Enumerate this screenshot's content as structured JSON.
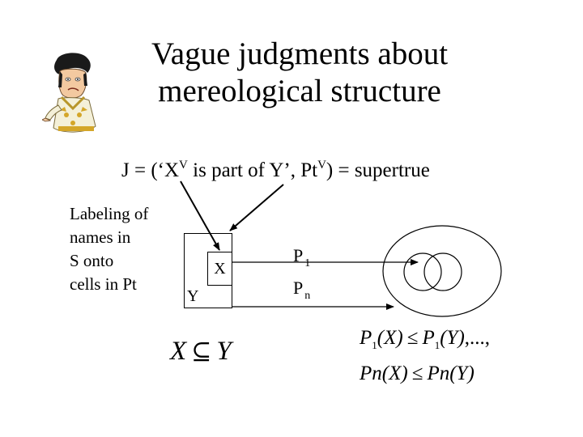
{
  "title": {
    "line1": "Vague judgments about",
    "line2": "mereological structure"
  },
  "statement": {
    "prefix": "J = (‘X",
    "sup1": "V",
    "middle": " is part of Y’, Pt",
    "sup2": "V",
    "suffix": ") = supertrue"
  },
  "labeling": {
    "lines": [
      "Labeling of",
      "names in",
      "S onto",
      "cells in Pt"
    ]
  },
  "diagram": {
    "x_label": "X",
    "y_label": "Y",
    "p1": "P",
    "p1_sub": "1",
    "pn": "P",
    "pn_sub": "n"
  },
  "formula_left": {
    "x": "X",
    "y": "Y"
  },
  "formula_right": {
    "line1_a": "P",
    "line1_a_sub": "1",
    "line1_a_arg": "(X)",
    "line1_b": "P",
    "line1_b_sub": "1",
    "line1_b_arg": "(Y)",
    "line1_tail": ",...,",
    "line2_a": "Pn(X)",
    "line2_b": "Pn(Y)"
  }
}
